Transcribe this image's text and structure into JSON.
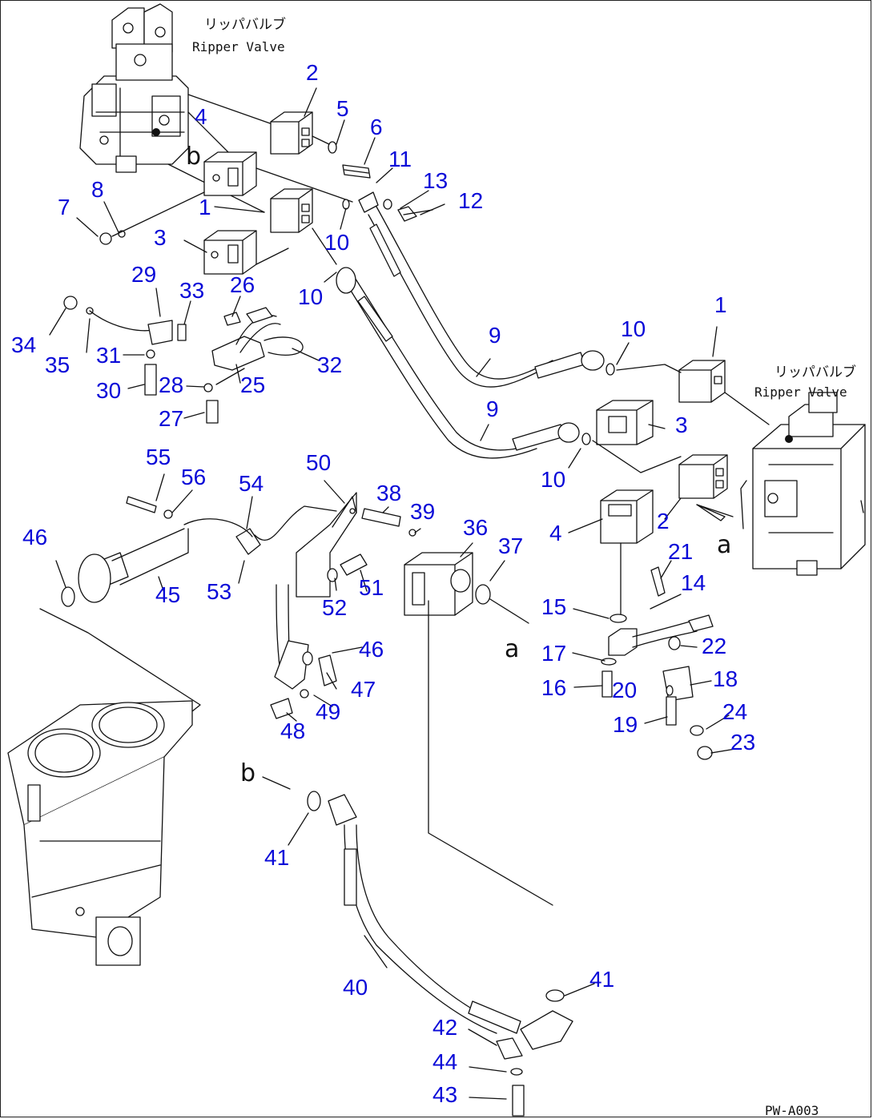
{
  "valve_labels": {
    "top_left_jp": "リッパバルブ",
    "top_left_en": "Ripper Valve",
    "right_jp": "リッパバルブ",
    "right_en": "Ripper Valve"
  },
  "connection_letters": {
    "a_left": "a",
    "a_right": "a",
    "b_left": "b",
    "b_right": "b"
  },
  "drawing_code": "PW-A003",
  "callouts": [
    {
      "id": "c2a",
      "text": "2"
    },
    {
      "id": "c5",
      "text": "5"
    },
    {
      "id": "c6",
      "text": "6"
    },
    {
      "id": "c4a",
      "text": "4"
    },
    {
      "id": "c11",
      "text": "11"
    },
    {
      "id": "c13",
      "text": "13"
    },
    {
      "id": "c12",
      "text": "12"
    },
    {
      "id": "c8",
      "text": "8"
    },
    {
      "id": "c7",
      "text": "7"
    },
    {
      "id": "c1a",
      "text": "1"
    },
    {
      "id": "c10a",
      "text": "10"
    },
    {
      "id": "c3a",
      "text": "3"
    },
    {
      "id": "c29",
      "text": "29"
    },
    {
      "id": "c33",
      "text": "33"
    },
    {
      "id": "c26",
      "text": "26"
    },
    {
      "id": "c10b",
      "text": "10"
    },
    {
      "id": "c34",
      "text": "34"
    },
    {
      "id": "c35",
      "text": "35"
    },
    {
      "id": "c31",
      "text": "31"
    },
    {
      "id": "c32",
      "text": "32"
    },
    {
      "id": "c30",
      "text": "30"
    },
    {
      "id": "c28",
      "text": "28"
    },
    {
      "id": "c25",
      "text": "25"
    },
    {
      "id": "c27",
      "text": "27"
    },
    {
      "id": "c9a",
      "text": "9"
    },
    {
      "id": "c10c",
      "text": "10"
    },
    {
      "id": "c1b",
      "text": "1"
    },
    {
      "id": "c9b",
      "text": "9"
    },
    {
      "id": "c3b",
      "text": "3"
    },
    {
      "id": "c10d",
      "text": "10"
    },
    {
      "id": "c55",
      "text": "55"
    },
    {
      "id": "c56",
      "text": "56"
    },
    {
      "id": "c54",
      "text": "54"
    },
    {
      "id": "c50",
      "text": "50"
    },
    {
      "id": "c38",
      "text": "38"
    },
    {
      "id": "c39",
      "text": "39"
    },
    {
      "id": "c36",
      "text": "36"
    },
    {
      "id": "c37",
      "text": "37"
    },
    {
      "id": "c4b",
      "text": "4"
    },
    {
      "id": "c2b",
      "text": "2"
    },
    {
      "id": "c46a",
      "text": "46"
    },
    {
      "id": "c45",
      "text": "45"
    },
    {
      "id": "c53",
      "text": "53"
    },
    {
      "id": "c52",
      "text": "52"
    },
    {
      "id": "c51",
      "text": "51"
    },
    {
      "id": "c21",
      "text": "21"
    },
    {
      "id": "c14",
      "text": "14"
    },
    {
      "id": "c15",
      "text": "15"
    },
    {
      "id": "c46b",
      "text": "46"
    },
    {
      "id": "c47",
      "text": "47"
    },
    {
      "id": "c22",
      "text": "22"
    },
    {
      "id": "c17",
      "text": "17"
    },
    {
      "id": "c18",
      "text": "18"
    },
    {
      "id": "c16",
      "text": "16"
    },
    {
      "id": "c20",
      "text": "20"
    },
    {
      "id": "c49",
      "text": "49"
    },
    {
      "id": "c48",
      "text": "48"
    },
    {
      "id": "c19",
      "text": "19"
    },
    {
      "id": "c24",
      "text": "24"
    },
    {
      "id": "c23",
      "text": "23"
    },
    {
      "id": "c41a",
      "text": "41"
    },
    {
      "id": "c40",
      "text": "40"
    },
    {
      "id": "c41b",
      "text": "41"
    },
    {
      "id": "c42",
      "text": "42"
    },
    {
      "id": "c44",
      "text": "44"
    },
    {
      "id": "c43",
      "text": "43"
    }
  ]
}
